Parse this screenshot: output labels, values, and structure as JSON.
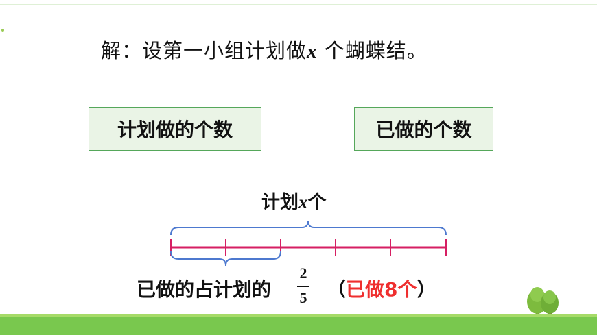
{
  "header": {
    "prefix": "解：设第一小组计划做",
    "variable": "x",
    "suffix": " 个蝴蝶结。"
  },
  "boxes": {
    "left_label": "计划做的个数",
    "right_label": "已做的个数"
  },
  "segment": {
    "plan_prefix": "计划",
    "plan_variable": "x",
    "plan_suffix": "个",
    "total_parts": 5,
    "brace_parts": 2
  },
  "bottom": {
    "text": "已做的占计划的",
    "fraction_numerator": "2",
    "fraction_denominator": "5",
    "paren_open": "（",
    "done_text": "已做8个",
    "paren_close": "）"
  },
  "colors": {
    "box_fill": "#eaf4e6",
    "box_border": "#55a75a",
    "segment": "#d61f63",
    "brace": "#4d79cf",
    "highlight": "#ef2f2f",
    "grass": "#79c84e"
  },
  "decorations": {
    "tree_icon": "tree-icon"
  }
}
